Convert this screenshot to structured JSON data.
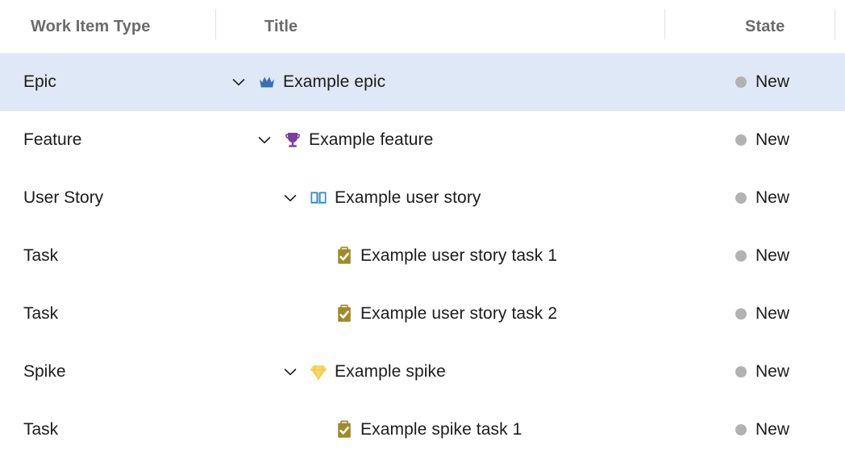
{
  "table": {
    "columns": [
      {
        "key": "work_item_type",
        "label": "Work Item Type"
      },
      {
        "key": "title",
        "label": "Title"
      },
      {
        "key": "state",
        "label": "State"
      }
    ],
    "colors": {
      "selected_row": "#dfe8f6",
      "header_text": "#6b6b6b",
      "row_text": "#1b1b1b",
      "divider": "#e2e2e2",
      "state_dot_new": "#b2b2b2",
      "icon_epic": "#3a6fb5",
      "icon_feature": "#7a3f9d",
      "icon_user_story": "#2f8fc6",
      "icon_task": "#a08b2a",
      "icon_spike": "#f6d76b"
    },
    "rows": [
      {
        "work_item_type": "Epic",
        "title": "Example epic",
        "state": "New",
        "icon": "crown-icon",
        "indent": 0,
        "has_chevron": true,
        "expanded": true,
        "selected": true
      },
      {
        "work_item_type": "Feature",
        "title": "Example feature",
        "state": "New",
        "icon": "trophy-icon",
        "indent": 1,
        "has_chevron": true,
        "expanded": true,
        "selected": false
      },
      {
        "work_item_type": "User Story",
        "title": "Example user story",
        "state": "New",
        "icon": "open-book-icon",
        "indent": 2,
        "has_chevron": true,
        "expanded": true,
        "selected": false
      },
      {
        "work_item_type": "Task",
        "title": "Example user story task 1",
        "state": "New",
        "icon": "clipboard-check-icon",
        "indent": 3,
        "has_chevron": false,
        "expanded": false,
        "selected": false
      },
      {
        "work_item_type": "Task",
        "title": "Example user story task 2",
        "state": "New",
        "icon": "clipboard-check-icon",
        "indent": 3,
        "has_chevron": false,
        "expanded": false,
        "selected": false
      },
      {
        "work_item_type": "Spike",
        "title": "Example spike",
        "state": "New",
        "icon": "gem-icon",
        "indent": 2,
        "has_chevron": true,
        "expanded": true,
        "selected": false
      },
      {
        "work_item_type": "Task",
        "title": "Example spike task 1",
        "state": "New",
        "icon": "clipboard-check-icon",
        "indent": 3,
        "has_chevron": false,
        "expanded": false,
        "selected": false
      }
    ]
  }
}
